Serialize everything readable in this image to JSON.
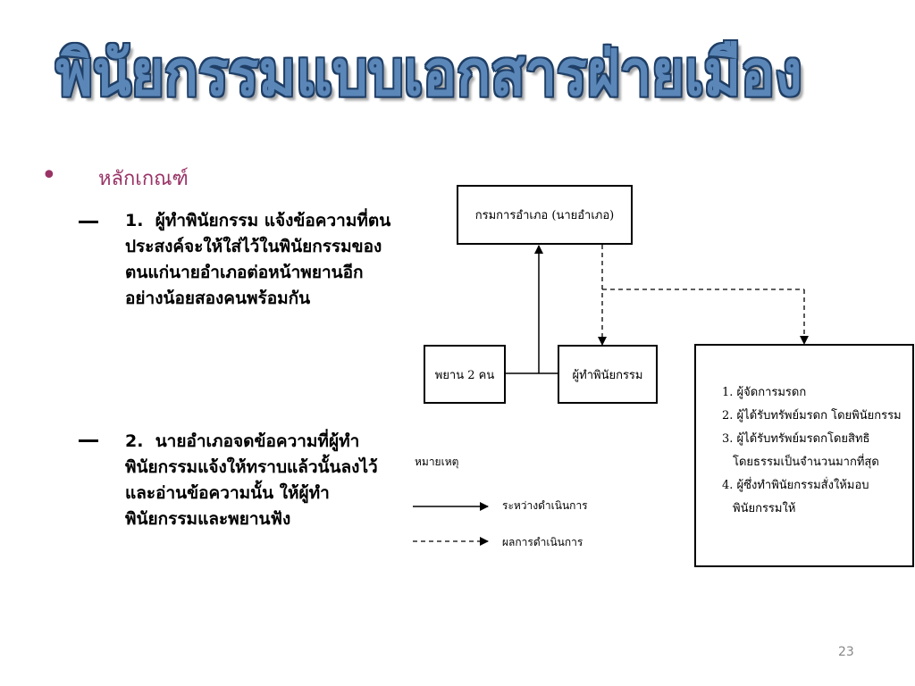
{
  "slide": {
    "title": "พินัยกรรมแบบเอกสารฝ่ายเมือง",
    "bullet": {
      "heading": "หลักเกณฑ์",
      "points": [
        {
          "number": "1.",
          "text": "ผู้ทำพินัยกรรม แจ้งข้อความที่ตนประสงค์จะให้ใส่ไว้ในพินัยกรรมของตนแก่นายอำเภอต่อหน้าพยานอีกอย่างน้อยสองคนพร้อมกัน"
        },
        {
          "number": "2.",
          "text": "นายอำเภอจดข้อความที่ผู้ทำพินัยกรรมแจ้งให้ทราบแล้วนั้นลงไว้ และอ่านข้อความนั้น ให้ผู้ทำพินัยกรรมและพยานฟัง"
        }
      ]
    },
    "page_number": "23"
  },
  "diagram": {
    "nodes": {
      "district_official": "กรมการอำเภอ (นายอำเภอ)",
      "witnesses": "พยาน 2 คน",
      "testator": "ผู้ทำพินัยกรรม",
      "heirs": [
        "1. ผู้จัดการมรดก",
        "2. ผู้ได้รับทรัพย์มรดก โดยพินัยกรรม",
        "3. ผู้ได้รับทรัพย์มรดกโดยสิทธิ",
        "โดยธรรมเป็นจำนวนมากที่สุด",
        "4. ผู้ซึ่งทำพินัยกรรมสั่งให้มอบ",
        "พินัยกรรมให้"
      ]
    },
    "legend": {
      "title": "หมายเหตุ",
      "solid_label": "ระหว่างดำเนินการ",
      "dashed_label": "ผลการดำเนินการ"
    }
  }
}
